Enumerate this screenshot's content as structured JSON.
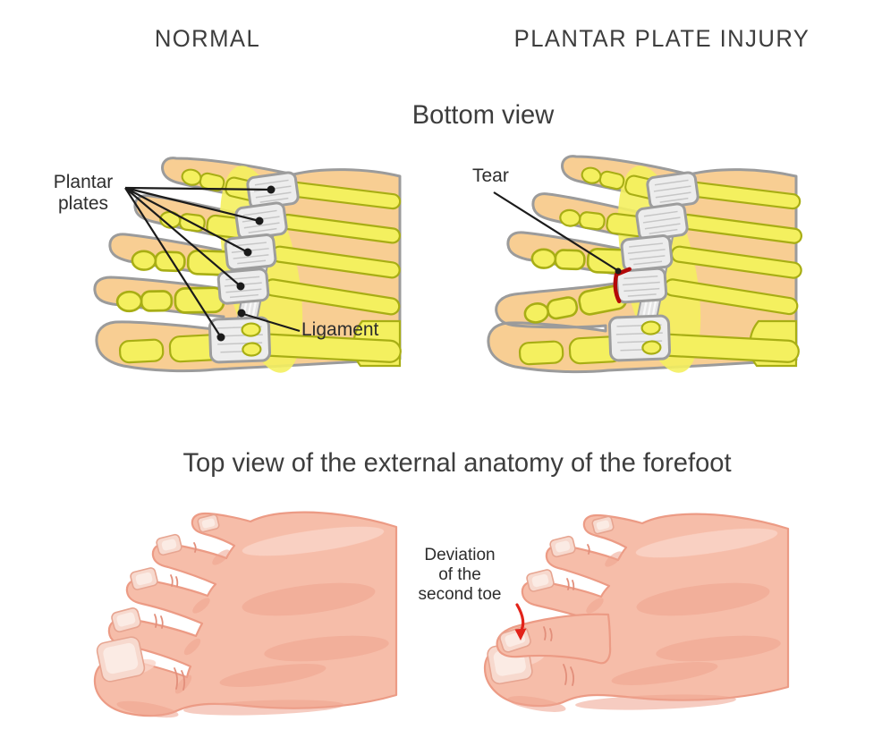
{
  "headers": {
    "left_column": "NORMAL",
    "right_column": "PLANTAR PLATE INJURY"
  },
  "sections": {
    "bottom_view": {
      "title": "Bottom view"
    },
    "top_view": {
      "title": "Top view of the external anatomy of the forefoot"
    }
  },
  "annotations": {
    "plantar_plates": "Plantar plates",
    "ligament": "Ligament",
    "tear": "Tear",
    "deviation_second_toe": "Deviation of the second toe"
  },
  "panels": [
    {
      "condition": "NORMAL",
      "view": "Bottom view",
      "content": "forefoot bones with five plantar plates and connecting ligament"
    },
    {
      "condition": "PLANTAR PLATE INJURY",
      "view": "Bottom view",
      "content": "forefoot bones with torn plantar plate at second toe"
    },
    {
      "condition": "NORMAL",
      "view": "Top view",
      "content": "external forefoot, straight toes"
    },
    {
      "condition": "PLANTAR PLATE INJURY",
      "view": "Top view",
      "content": "external forefoot, second toe deviated toward big toe"
    }
  ],
  "colors": {
    "background": "#FFFFFF",
    "text": "#3D3D3D",
    "label_text": "#2D2D2D",
    "pointer_line": "#1B1B1B",
    "skin_bone_view": "#F8CE93",
    "foot_outline_gray": "#9B9B9B",
    "bone_yellow": "#F4F05F",
    "bone_outline_olive": "#A8AE14",
    "plate_fill": "#EDEDED",
    "plate_outline": "#9D9D9D",
    "ligament_band": "#E4E4E4",
    "tear_red": "#B30909",
    "deviation_arrow_red": "#E2231A",
    "skin_top_view": "#F6BDA9",
    "skin_shadow": "#EFA48F",
    "skin_outline": "#EC9B85",
    "nail": "#F7D9CE"
  }
}
